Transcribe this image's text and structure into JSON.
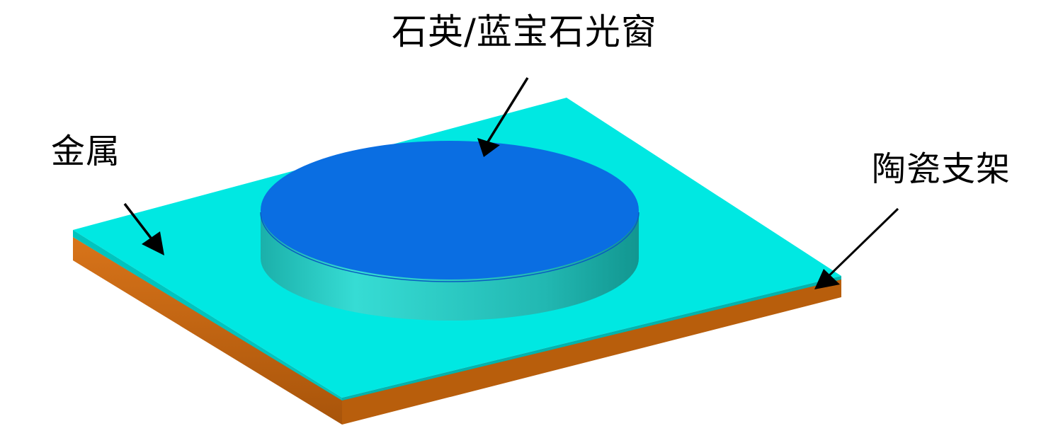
{
  "labels": {
    "window": "石英/蓝宝石光窗",
    "metal": "金属",
    "ceramic_support": "陶瓷支架"
  },
  "colors": {
    "metal_top": "#00e6e0",
    "metal_edge": "#00c8c0",
    "ceramic": "#d06a10",
    "ceramic_dark": "#a8540a",
    "window_top": "#0a6ee0",
    "window_side_light": "#36dcd4",
    "window_side_dark": "#149c96",
    "arrow": "#000000"
  }
}
